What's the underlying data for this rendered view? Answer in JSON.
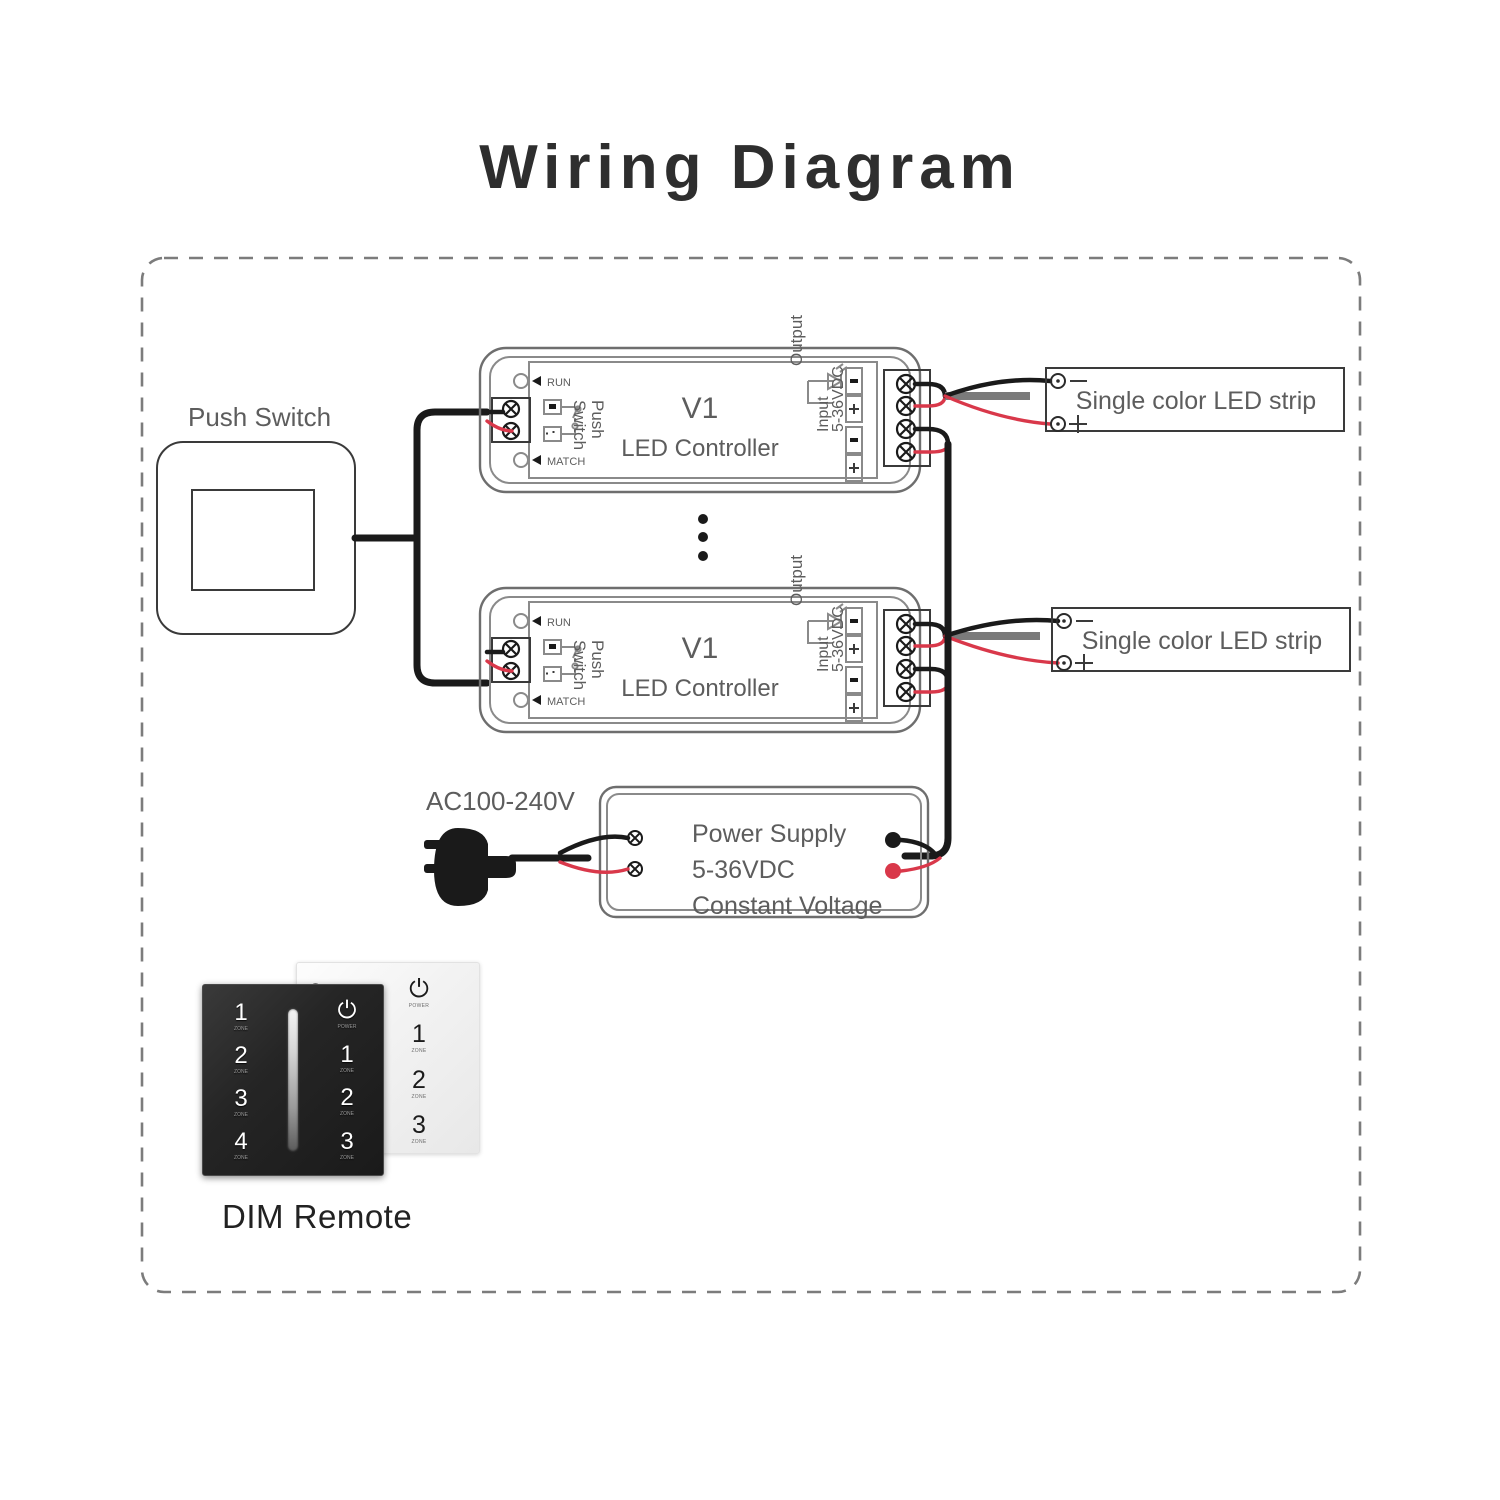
{
  "title": "Wiring Diagram",
  "colors": {
    "wire_black": "#1a1a1a",
    "wire_red": "#d9384a",
    "wire_gray": "#7a7a7a",
    "outline": "#6e6e6e",
    "text_gray": "#5d5d5d",
    "title": "#2e2e2e",
    "dashed_border": "#7c7c7c"
  },
  "push_switch": {
    "label": "Push Switch"
  },
  "controllers": [
    {
      "model": "V1",
      "subtitle": "LED Controller",
      "led_run": "RUN",
      "led_match": "MATCH",
      "push_switch_label": "Push Switch",
      "push_minus": "-",
      "push_plus": "+",
      "output_label": "Output",
      "input_label": "Input",
      "input_voltage": "5-36VDC",
      "out_minus": "-",
      "out_plus": "+",
      "in_minus": "-",
      "in_plus": "+"
    },
    {
      "model": "V1",
      "subtitle": "LED Controller",
      "led_run": "RUN",
      "led_match": "MATCH",
      "push_switch_label": "Push Switch",
      "push_minus": "-",
      "push_plus": "+",
      "output_label": "Output",
      "input_label": "Input",
      "input_voltage": "5-36VDC",
      "out_minus": "-",
      "out_plus": "+",
      "in_minus": "-",
      "in_plus": "+"
    }
  ],
  "ellipsis": "⋮",
  "led_strips": [
    {
      "label": "Single color LED strip",
      "minus": "–",
      "plus": "+"
    },
    {
      "label": "Single color LED strip",
      "minus": "–",
      "plus": "+"
    }
  ],
  "ac_input": {
    "label": "AC100-240V"
  },
  "power_supply": {
    "line1": "Power Supply",
    "line2": "5-36VDC",
    "line3": "Constant Voltage"
  },
  "remote": {
    "caption": "DIM Remote",
    "black_panel": {
      "left_keys": [
        {
          "num": "1",
          "sub": "ZONE"
        },
        {
          "num": "2",
          "sub": "ZONE"
        },
        {
          "num": "3",
          "sub": "ZONE"
        },
        {
          "num": "4",
          "sub": "ZONE"
        }
      ],
      "right_keys": [
        {
          "num": "⏻",
          "sub": "POWER"
        },
        {
          "num": "1",
          "sub": "ZONE"
        },
        {
          "num": "2",
          "sub": "ZONE"
        },
        {
          "num": "3",
          "sub": "ZONE"
        }
      ]
    },
    "white_panel": {
      "keys": [
        {
          "num": "⏻",
          "sub": "POWER"
        },
        {
          "num": "1",
          "sub": "ZONE"
        },
        {
          "num": "2",
          "sub": "ZONE"
        },
        {
          "num": "3",
          "sub": "ZONE"
        }
      ]
    }
  }
}
